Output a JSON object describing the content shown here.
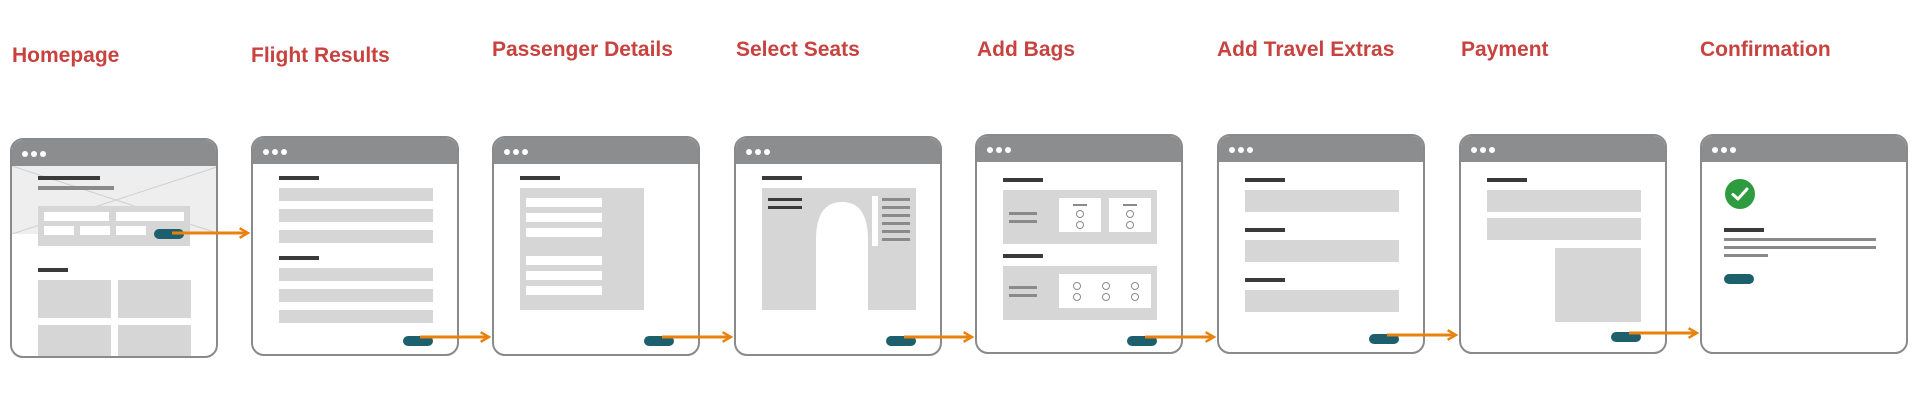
{
  "steps": [
    {
      "label": "Homepage"
    },
    {
      "label": "Flight Results"
    },
    {
      "label": "Passenger Details"
    },
    {
      "label": "Select Seats"
    },
    {
      "label": "Add Bags"
    },
    {
      "label": "Add Travel Extras"
    },
    {
      "label": "Payment"
    },
    {
      "label": "Confirmation"
    }
  ],
  "colors": {
    "title": "#c8423f",
    "window_border": "#8a8a8a",
    "window_bar": "#8b8d8f",
    "placeholder": "#d6d6d6",
    "button": "#1e5f6e",
    "arrow": "#e8820c",
    "check": "#2e9c3e"
  },
  "icons": [
    "window-dots-icon",
    "arrow-right-icon",
    "check-circle-icon"
  ]
}
